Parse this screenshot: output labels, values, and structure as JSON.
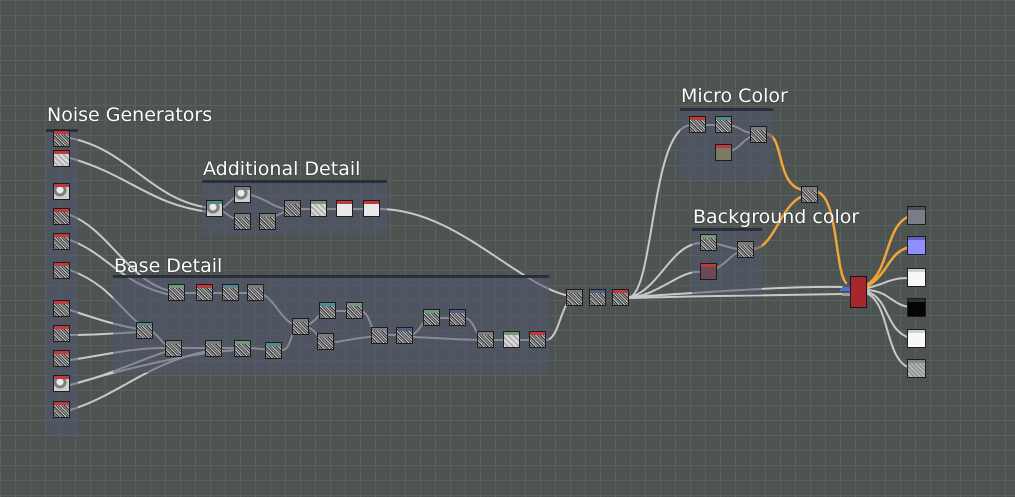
{
  "graph": {
    "frames": [
      {
        "key": "noise_generators",
        "title": "Noise Generators"
      },
      {
        "key": "additional_detail",
        "title": "Additional Detail"
      },
      {
        "key": "base_detail",
        "title": "Base Detail"
      },
      {
        "key": "micro_color",
        "title": "Micro Color"
      },
      {
        "key": "background_color",
        "title": "Background color"
      }
    ]
  },
  "colors": {
    "header_red": "#c0393f",
    "header_green": "#6f9a78",
    "header_teal": "#4f8a8c",
    "header_blue": "#4e5e86",
    "header_gray": "#7b7b7b",
    "link_default": "#c9c9c9",
    "link_color": "#f2a43a",
    "link_blue": "#4f6fd8"
  },
  "icons": {
    "output_node": "square-swatch",
    "blend_node": "noise-thumbnail"
  }
}
